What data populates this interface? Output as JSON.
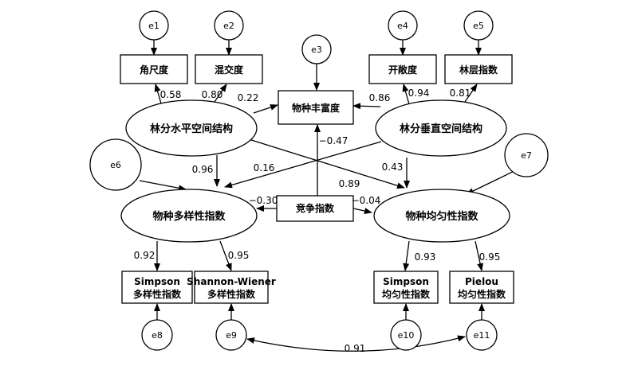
{
  "latents": {
    "horizontal": "林分水平空间结构",
    "vertical": "林分垂直空间结构",
    "diversity": "物种多样性指数",
    "evenness": "物种均匀性指数"
  },
  "observed": {
    "angle": "角尺度",
    "mingling": "混交度",
    "richness": "物种丰富度",
    "openness": "开敞度",
    "layer": "林层指数",
    "competition": "竞争指数",
    "simpson_div": [
      "Simpson",
      "多样性指数"
    ],
    "shannon": [
      "Shannon-Wiener",
      "多样性指数"
    ],
    "simpson_even": [
      "Simpson",
      "均匀性指数"
    ],
    "pielou": [
      "Pielou",
      "均匀性指数"
    ]
  },
  "errors": {
    "e1": "e1",
    "e2": "e2",
    "e3": "e3",
    "e4": "e4",
    "e5": "e5",
    "e6": "e6",
    "e7": "e7",
    "e8": "e8",
    "e9": "e9",
    "e10": "e10",
    "e11": "e11"
  },
  "coefficients": {
    "h_angle": "0.58",
    "h_mingling": "0.80",
    "h_richness": "0.22",
    "v_richness": "0.86",
    "v_openness": "0.94",
    "v_layer": "0.81",
    "c_richness": "−0.47",
    "h_diversity": "0.96",
    "v_diversity": "0.16",
    "h_evenness": "0.89",
    "v_evenness": "0.43",
    "c_diversity": "−0.30",
    "c_evenness": "−0.04",
    "div_simpson": "0.92",
    "div_shannon": "0.95",
    "even_simpson": "0.93",
    "even_pielou": "0.95",
    "e9_e11": "0.91"
  }
}
